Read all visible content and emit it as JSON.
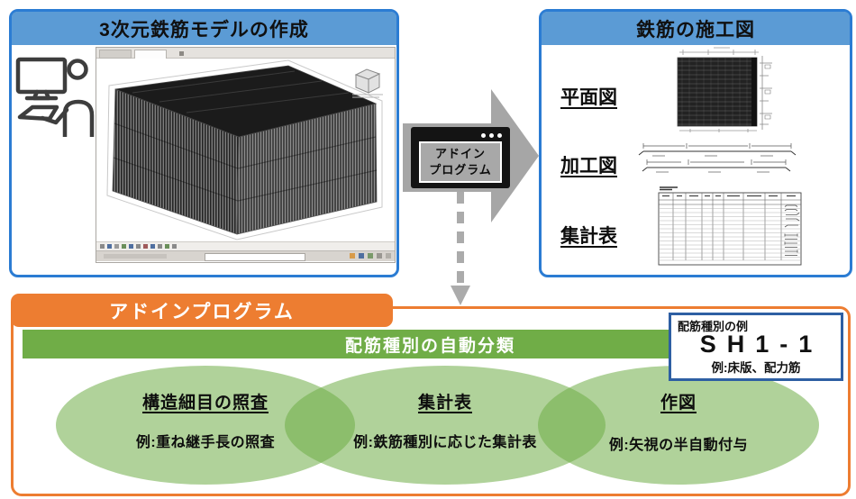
{
  "left_panel": {
    "title": "3次元鉄筋モデルの作成"
  },
  "right_panel": {
    "title": "鉄筋の施工図",
    "items": [
      {
        "label": "平面図"
      },
      {
        "label": "加工図"
      },
      {
        "label": "集計表"
      }
    ]
  },
  "connector": {
    "program_line1": "アドイン",
    "program_line2": "プログラム"
  },
  "bottom_panel": {
    "title": "アドインプログラム",
    "classification_bar": "配筋種別の自動分類",
    "example_box": {
      "caption": "配筋種別の例",
      "code": "SH1-1",
      "note": "例:床版、配力筋"
    },
    "ellipses": [
      {
        "title": "構造細目の照査",
        "example": "例:重ね継手長の照査"
      },
      {
        "title": "集計表",
        "example": "例:鉄筋種別に応じた集計表"
      },
      {
        "title": "作図",
        "example": "例:矢視の半自動付与"
      }
    ]
  },
  "colors": {
    "panel_blue_header": "#5B9BD5",
    "panel_blue_border": "#2B7CD3",
    "orange": "#ED7D31",
    "green_bar": "#70AD47",
    "venn_green": "#70AD47",
    "arrow_gray": "#A6A6A6",
    "example_box_border": "#2E5FA3"
  }
}
